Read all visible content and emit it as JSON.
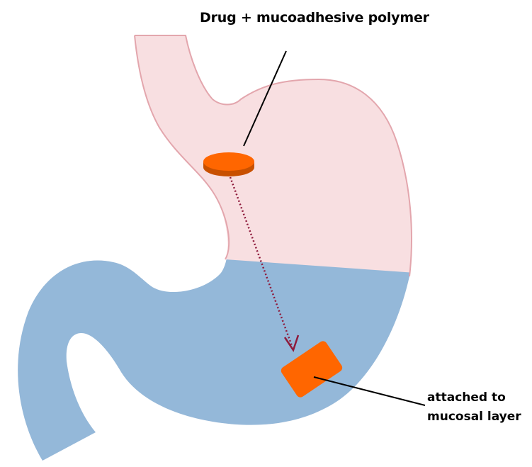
{
  "labels": {
    "drug_polymer": "Drug + mucoadhesive polymer",
    "attached_line1": "attached to",
    "attached_line2": "mucosal layer"
  },
  "colors": {
    "stomach_upper": "#f8dfe1",
    "stomach_outline": "#e3a6ad",
    "stomach_lower": "#94b8d9",
    "tablet": "#ff6600",
    "tablet_side": "#c85000",
    "arrow": "#8e1b3c",
    "leader_line": "#000000"
  }
}
